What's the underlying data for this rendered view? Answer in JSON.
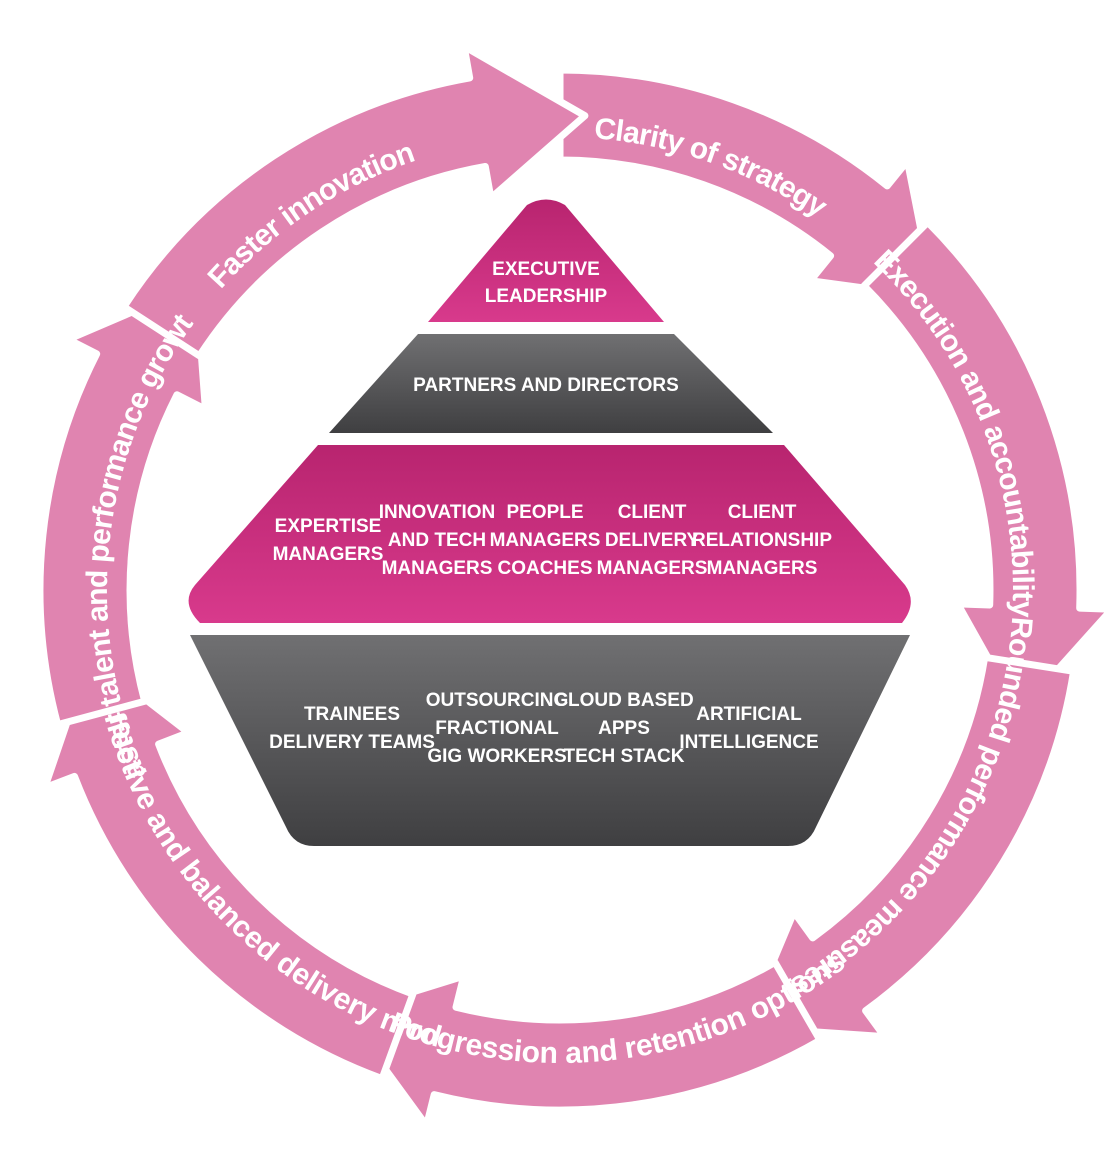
{
  "colors": {
    "arrow_fill": "#e084b0",
    "arrow_stroke": "#ffffff",
    "pyramid_pink": "#d23388",
    "pyramid_pink_light": "#c42b7e",
    "pyramid_gray": "#4f4f51",
    "pyramid_gray_light": "#6a6a6c",
    "text": "#ffffff"
  },
  "cycle": {
    "arrows": [
      {
        "label": "Clarity of strategy"
      },
      {
        "label": "Execution and accountability"
      },
      {
        "label": "Rounded performance measures"
      },
      {
        "label": "Progression and retention options"
      },
      {
        "label": "Effective and balanced delivery model"
      },
      {
        "label": "Faster talent and performance growth"
      },
      {
        "label": "Faster innovation"
      }
    ]
  },
  "pyramid": {
    "top": {
      "lines": [
        "EXECUTIVE",
        "LEADERSHIP"
      ]
    },
    "second": {
      "lines": [
        "PARTNERS AND DIRECTORS"
      ]
    },
    "third": {
      "items": [
        {
          "lines": [
            "EXPERTISE",
            "MANAGERS"
          ]
        },
        {
          "lines": [
            "INNOVATION",
            "AND TECH",
            "MANAGERS"
          ]
        },
        {
          "lines": [
            "PEOPLE",
            "MANAGERS",
            "COACHES"
          ]
        },
        {
          "lines": [
            "CLIENT",
            "DELIVERY",
            "MANAGERS"
          ]
        },
        {
          "lines": [
            "CLIENT",
            "RELATIONSHIP",
            "MANAGERS"
          ]
        }
      ]
    },
    "base": {
      "items": [
        {
          "lines": [
            "TRAINEES",
            "DELIVERY TEAMS"
          ]
        },
        {
          "lines": [
            "OUTSOURCING",
            "FRACTIONAL",
            "GIG WORKERS"
          ]
        },
        {
          "lines": [
            "CLOUD BASED",
            "APPS",
            "TECH STACK"
          ]
        },
        {
          "lines": [
            "ARTIFICIAL",
            "INTELLIGENCE"
          ]
        }
      ]
    }
  }
}
